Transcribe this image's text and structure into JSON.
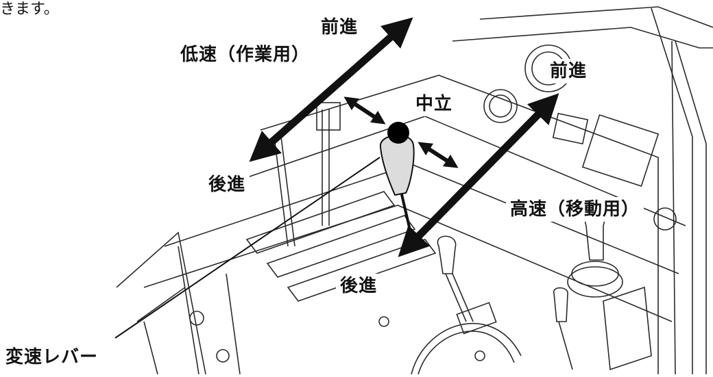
{
  "snippet": "きます。",
  "labels": {
    "forward_left": "前進",
    "low_speed": "低速（作業用）",
    "neutral": "中立",
    "reverse_left": "後進",
    "forward_right": "前進",
    "high_speed": "高速（移動用）",
    "reverse_right": "後進",
    "shift_lever": "変速レバー"
  },
  "colors": {
    "ink": "#111111",
    "sketch": "#2a2a2a",
    "paper": "#ffffff"
  }
}
